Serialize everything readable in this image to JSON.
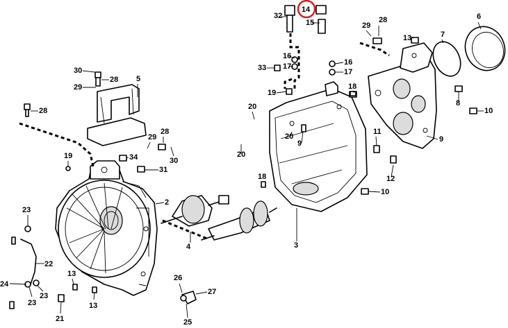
{
  "diagram": {
    "highlight_color": "#e0161b",
    "callouts": [
      {
        "id": "c14",
        "label": "14",
        "highlighted": true
      },
      {
        "id": "c32",
        "label": "32"
      },
      {
        "id": "c15",
        "label": "15"
      },
      {
        "id": "c28a",
        "label": "28"
      },
      {
        "id": "c29a",
        "label": "29"
      },
      {
        "id": "c6",
        "label": "6"
      },
      {
        "id": "c13a",
        "label": "13"
      },
      {
        "id": "c7",
        "label": "7"
      },
      {
        "id": "c16a",
        "label": "16"
      },
      {
        "id": "c17a",
        "label": "17"
      },
      {
        "id": "c16b",
        "label": "16"
      },
      {
        "id": "c17b",
        "label": "17"
      },
      {
        "id": "c33",
        "label": "33"
      },
      {
        "id": "c30a",
        "label": "30"
      },
      {
        "id": "c28b",
        "label": "28"
      },
      {
        "id": "c5",
        "label": "5"
      },
      {
        "id": "c29b",
        "label": "29"
      },
      {
        "id": "c19a",
        "label": "19"
      },
      {
        "id": "c18a",
        "label": "18"
      },
      {
        "id": "c8",
        "label": "8"
      },
      {
        "id": "c28c",
        "label": "28"
      },
      {
        "id": "c20a",
        "label": "20"
      },
      {
        "id": "c10a",
        "label": "10"
      },
      {
        "id": "c20b",
        "label": "20"
      },
      {
        "id": "c9a",
        "label": "9"
      },
      {
        "id": "c20c",
        "label": "20"
      },
      {
        "id": "c11",
        "label": "11"
      },
      {
        "id": "c9b",
        "label": "9"
      },
      {
        "id": "c28d",
        "label": "28"
      },
      {
        "id": "c29c",
        "label": "29"
      },
      {
        "id": "c34",
        "label": "34"
      },
      {
        "id": "c19b",
        "label": "19"
      },
      {
        "id": "c30b",
        "label": "30"
      },
      {
        "id": "c31",
        "label": "31"
      },
      {
        "id": "c18b",
        "label": "18"
      },
      {
        "id": "c12",
        "label": "12"
      },
      {
        "id": "c2",
        "label": "2"
      },
      {
        "id": "c10b",
        "label": "10"
      },
      {
        "id": "c23a",
        "label": "23"
      },
      {
        "id": "c4",
        "label": "4"
      },
      {
        "id": "c3",
        "label": "3"
      },
      {
        "id": "c22",
        "label": "22"
      },
      {
        "id": "c13b",
        "label": "13"
      },
      {
        "id": "c26",
        "label": "26"
      },
      {
        "id": "c24",
        "label": "24"
      },
      {
        "id": "c23b",
        "label": "23"
      },
      {
        "id": "c23c",
        "label": "23"
      },
      {
        "id": "c27",
        "label": "27"
      },
      {
        "id": "c21",
        "label": "21"
      },
      {
        "id": "c13c",
        "label": "13"
      },
      {
        "id": "c25",
        "label": "25"
      }
    ]
  }
}
